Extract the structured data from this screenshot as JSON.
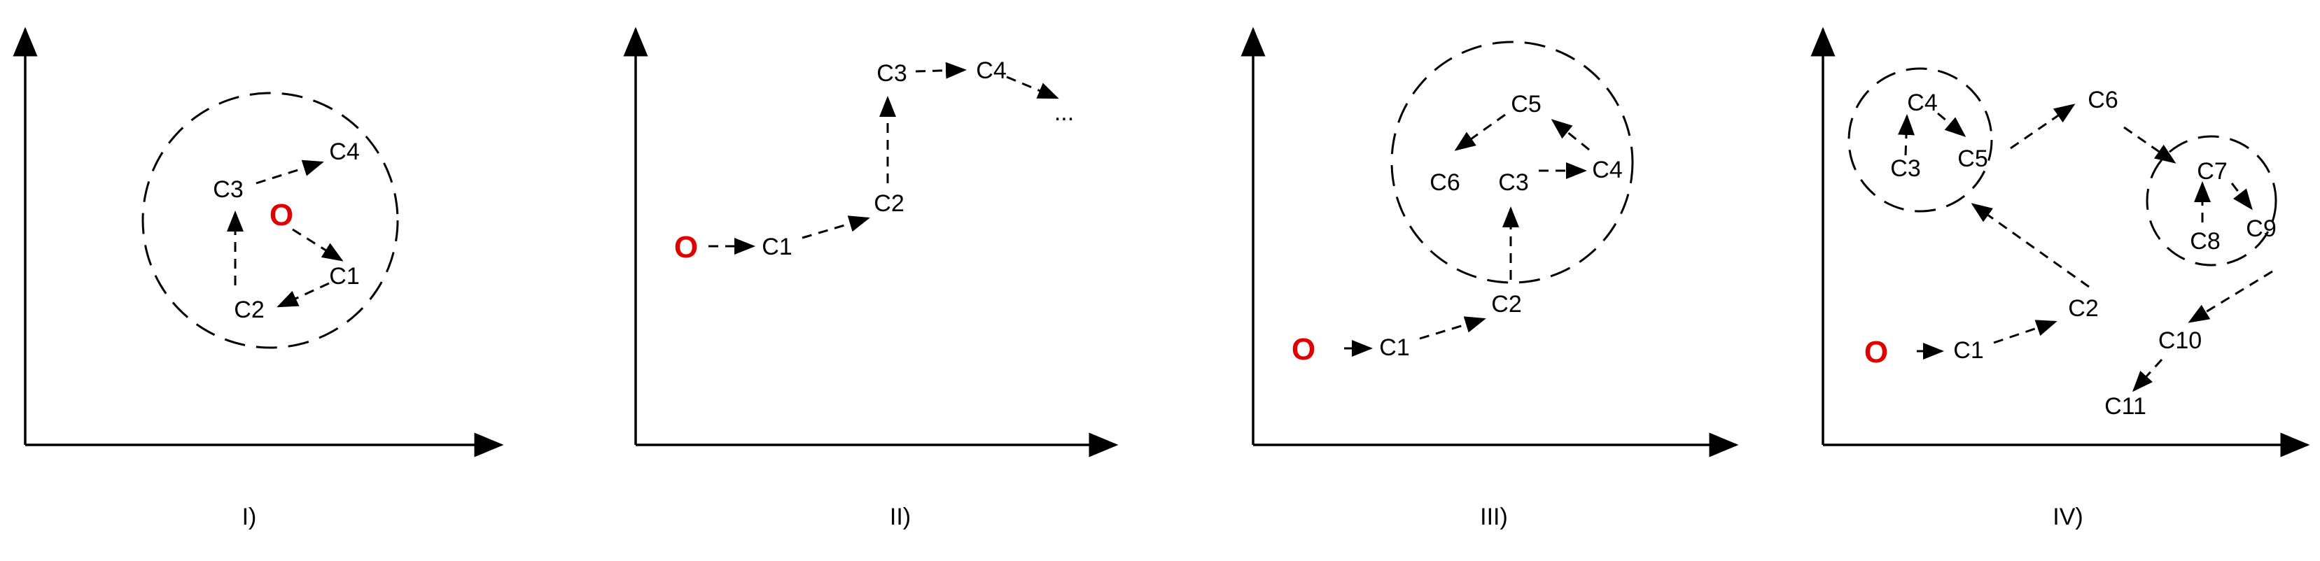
{
  "panels": [
    {
      "caption": "I)",
      "origin": "O",
      "nodes": {
        "c1": "C1",
        "c2": "C2",
        "c3": "C3",
        "c4": "C4"
      }
    },
    {
      "caption": "II)",
      "origin": "O",
      "nodes": {
        "c1": "C1",
        "c2": "C2",
        "c3": "C3",
        "c4": "C4",
        "more": "..."
      }
    },
    {
      "caption": "III)",
      "origin": "O",
      "nodes": {
        "c1": "C1",
        "c2": "C2",
        "c3": "C3",
        "c4": "C4",
        "c5": "C5",
        "c6": "C6"
      }
    },
    {
      "caption": "IV)",
      "origin": "O",
      "nodes": {
        "c1": "C1",
        "c2": "C2",
        "c3": "C3",
        "c4": "C4",
        "c5": "C5",
        "c6": "C6",
        "c7": "C7",
        "c8": "C8",
        "c9": "C9",
        "c10": "C10",
        "c11": "C11"
      }
    }
  ],
  "colors": {
    "origin": "#e00000",
    "ink": "#000000"
  }
}
